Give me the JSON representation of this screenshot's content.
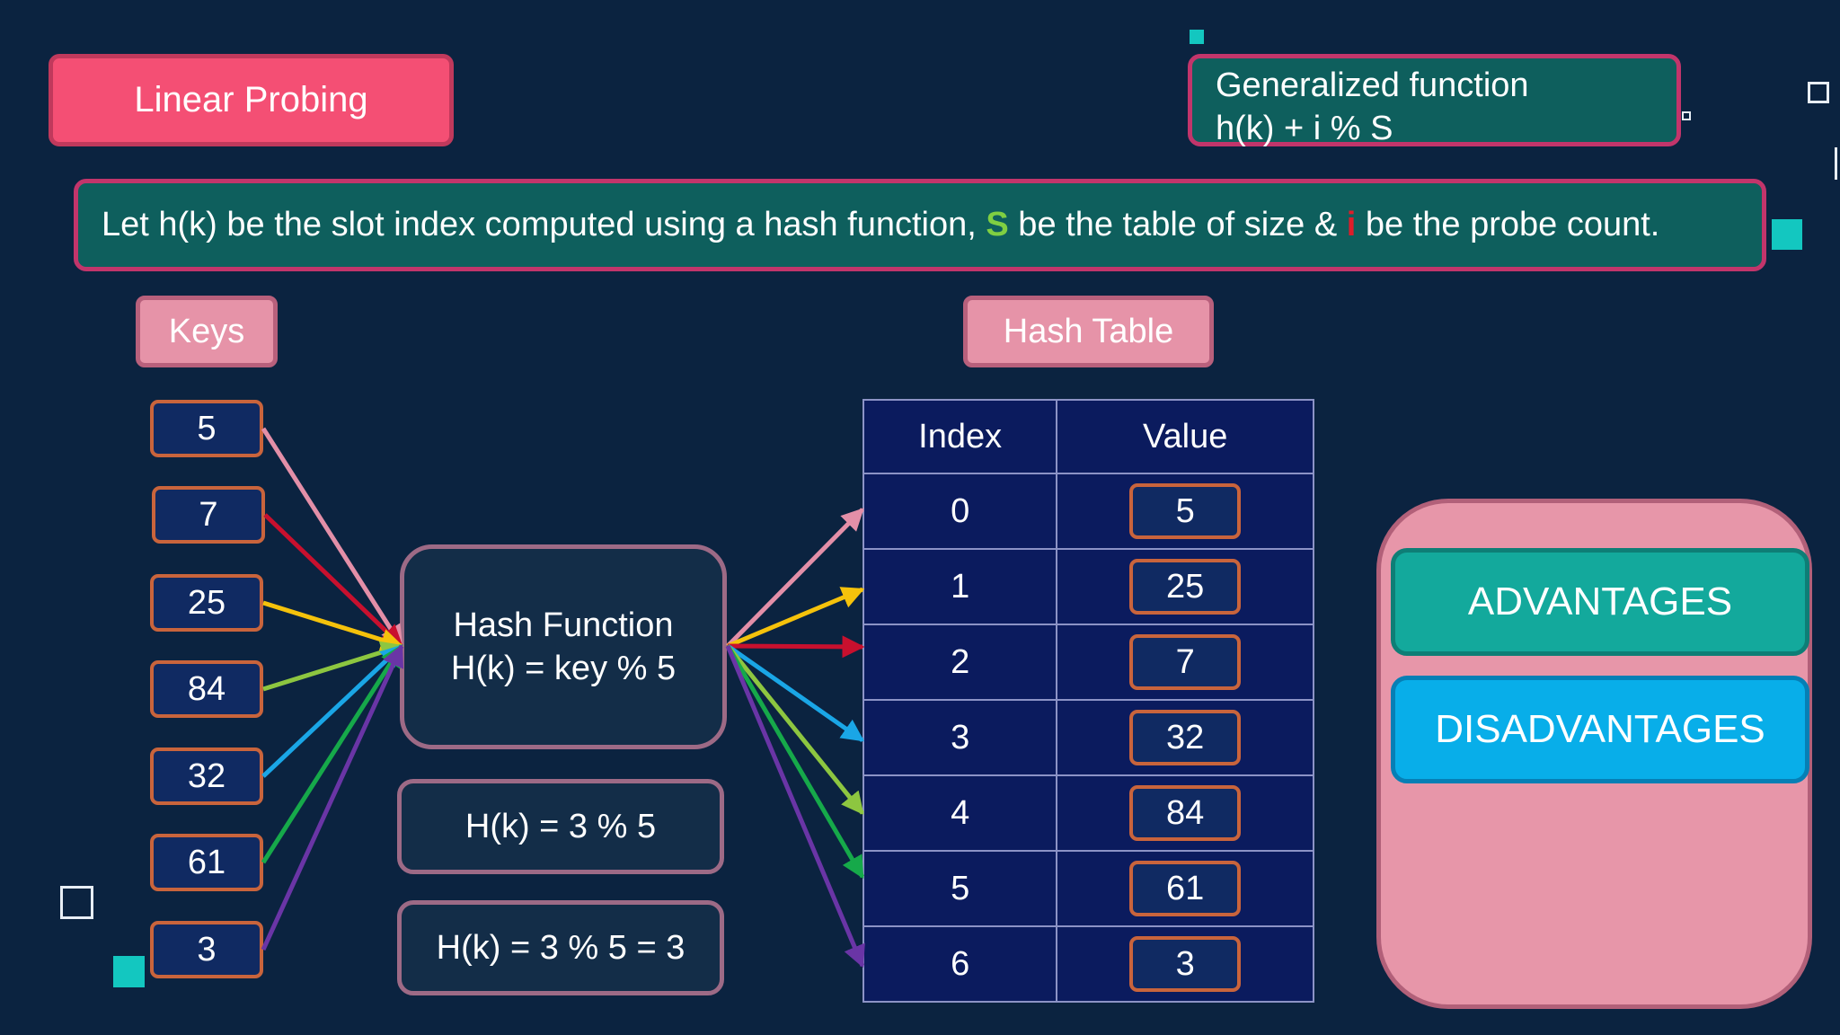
{
  "title": "Linear Probing",
  "generalized": {
    "line1": "Generalized function",
    "line2": "h(k) + i % S"
  },
  "definition": {
    "part1": "Let h(k) be the slot index computed using a hash function, ",
    "symbol_s": "S",
    "part2": " be the table of size & ",
    "symbol_i": "i",
    "part3": " be the probe count."
  },
  "keys_label": "Keys",
  "keys": [
    "5",
    "7",
    "25",
    "84",
    "32",
    "61",
    "3"
  ],
  "hash_function": {
    "line1": "Hash Function",
    "line2": "H(k) = key % 5"
  },
  "steps": [
    "H(k) = 3 % 5",
    "H(k) = 3 % 5 = 3"
  ],
  "hash_table": {
    "label": "Hash Table",
    "col_index": "Index",
    "col_value": "Value",
    "rows": [
      {
        "index": "0",
        "value": "5"
      },
      {
        "index": "1",
        "value": "25"
      },
      {
        "index": "2",
        "value": "7"
      },
      {
        "index": "3",
        "value": "32"
      },
      {
        "index": "4",
        "value": "84"
      },
      {
        "index": "5",
        "value": "61"
      },
      {
        "index": "6",
        "value": "3"
      }
    ]
  },
  "panel": {
    "advantages": "ADVANTAGES",
    "disadvantages": "DISADVANTAGES"
  },
  "arrow_colors": [
    "#e38fa8",
    "#c8102e",
    "#f5c20b",
    "#8dc640",
    "#1aa6e6",
    "#16a94a",
    "#6a35a6"
  ]
}
